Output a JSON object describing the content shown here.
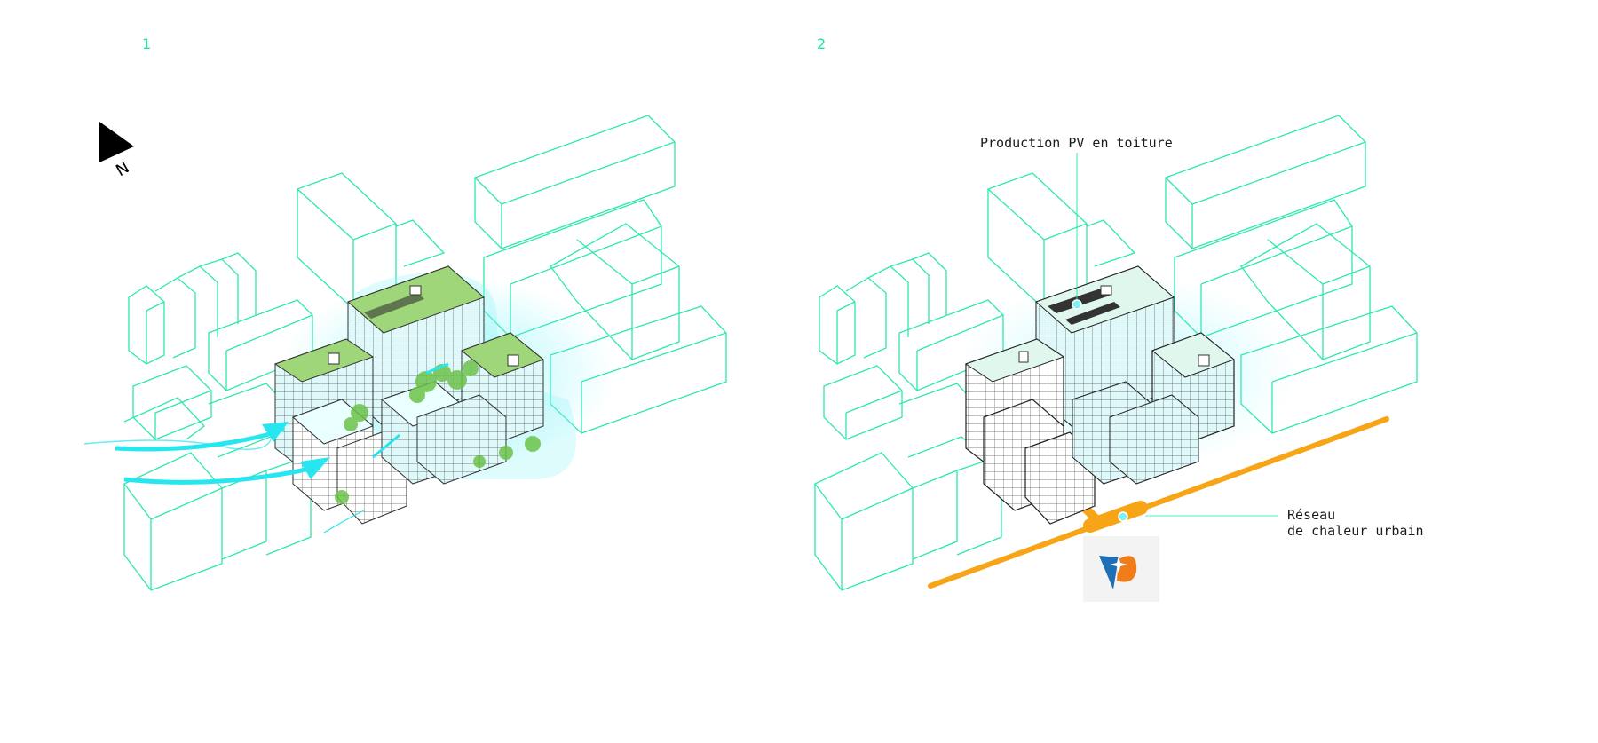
{
  "panels": [
    {
      "number": "1"
    },
    {
      "number": "2"
    }
  ],
  "compass": {
    "letter": "N",
    "icon": "north-arrow-icon"
  },
  "annotations": {
    "pv": "Production PV en toiture",
    "network_line1": "Réseau",
    "network_line2": "de chaleur urbain"
  },
  "colors": {
    "context_outline": "#2de8b0",
    "flow": "#28e6f0",
    "network": "#f7a416",
    "building_line": "#333333",
    "vegetation": "#6cc24a"
  },
  "logo": {
    "icon": "energy-provider-logo-icon"
  }
}
